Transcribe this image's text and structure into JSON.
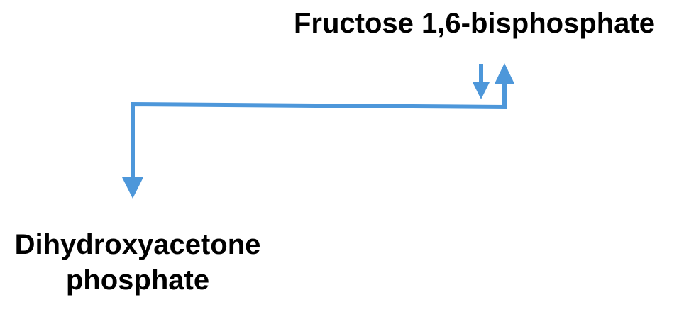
{
  "diagram": {
    "nodes": {
      "top": {
        "label": "Fructose 1,6-bisphosphate"
      },
      "bottom": {
        "line1": "Dihydroxyacetone",
        "line2": "phosphate"
      }
    },
    "arrow_color": "#4d97da",
    "edges": [
      {
        "from": "Fructose 1,6-bisphosphate",
        "to": "Dihydroxyacetone phosphate",
        "direction": "reversible"
      }
    ]
  }
}
